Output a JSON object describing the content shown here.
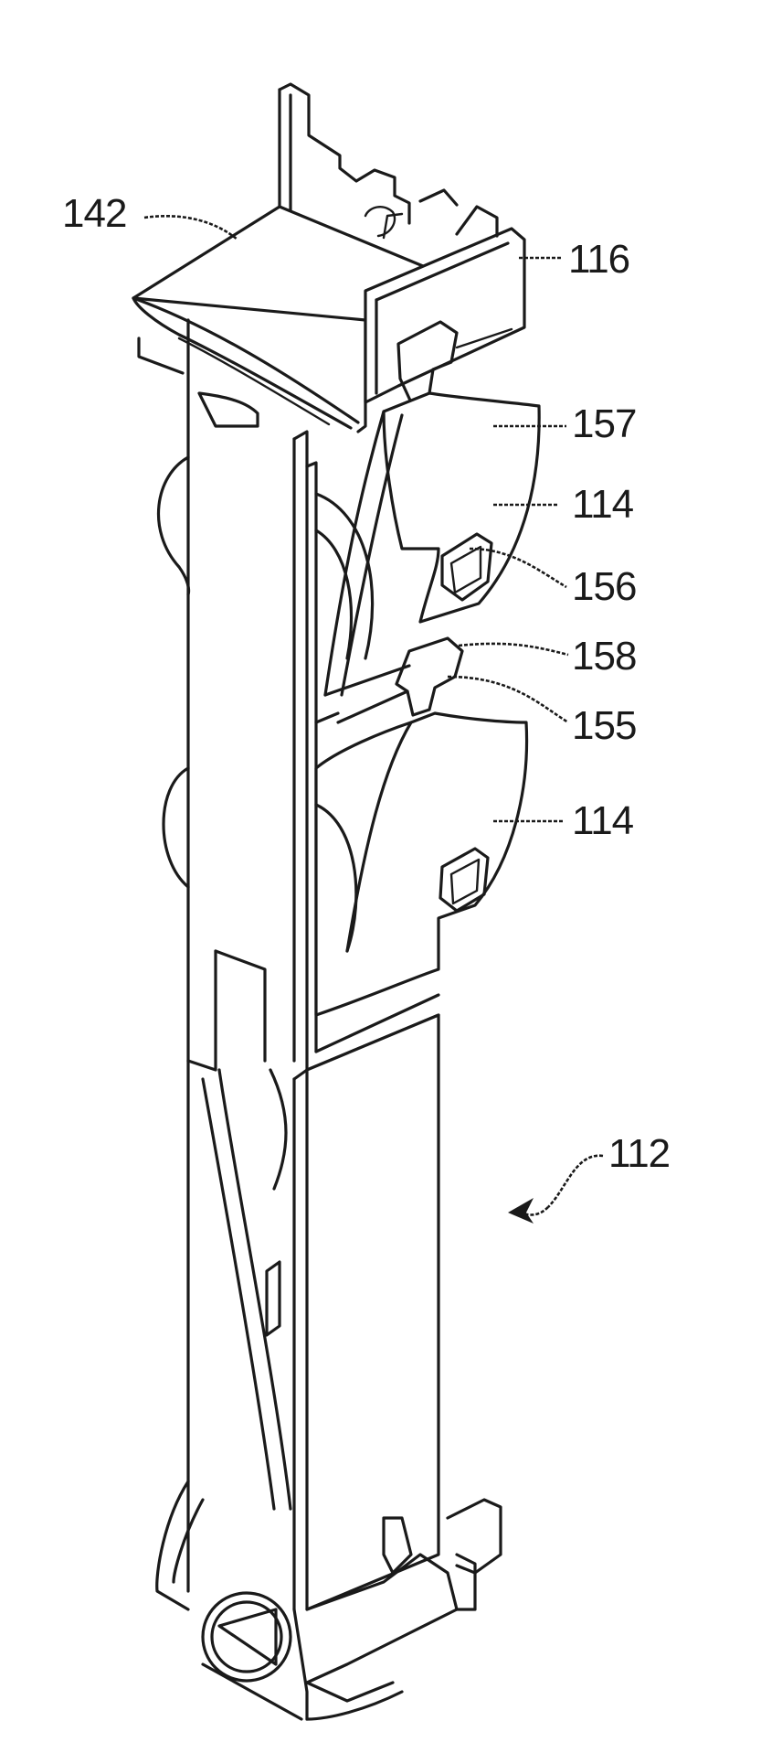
{
  "figure": {
    "labels": {
      "r142": "142",
      "r116": "116",
      "r157": "157",
      "r114a": "114",
      "r156": "156",
      "r158": "158",
      "r155": "155",
      "r114b": "114",
      "r112": "112"
    }
  }
}
